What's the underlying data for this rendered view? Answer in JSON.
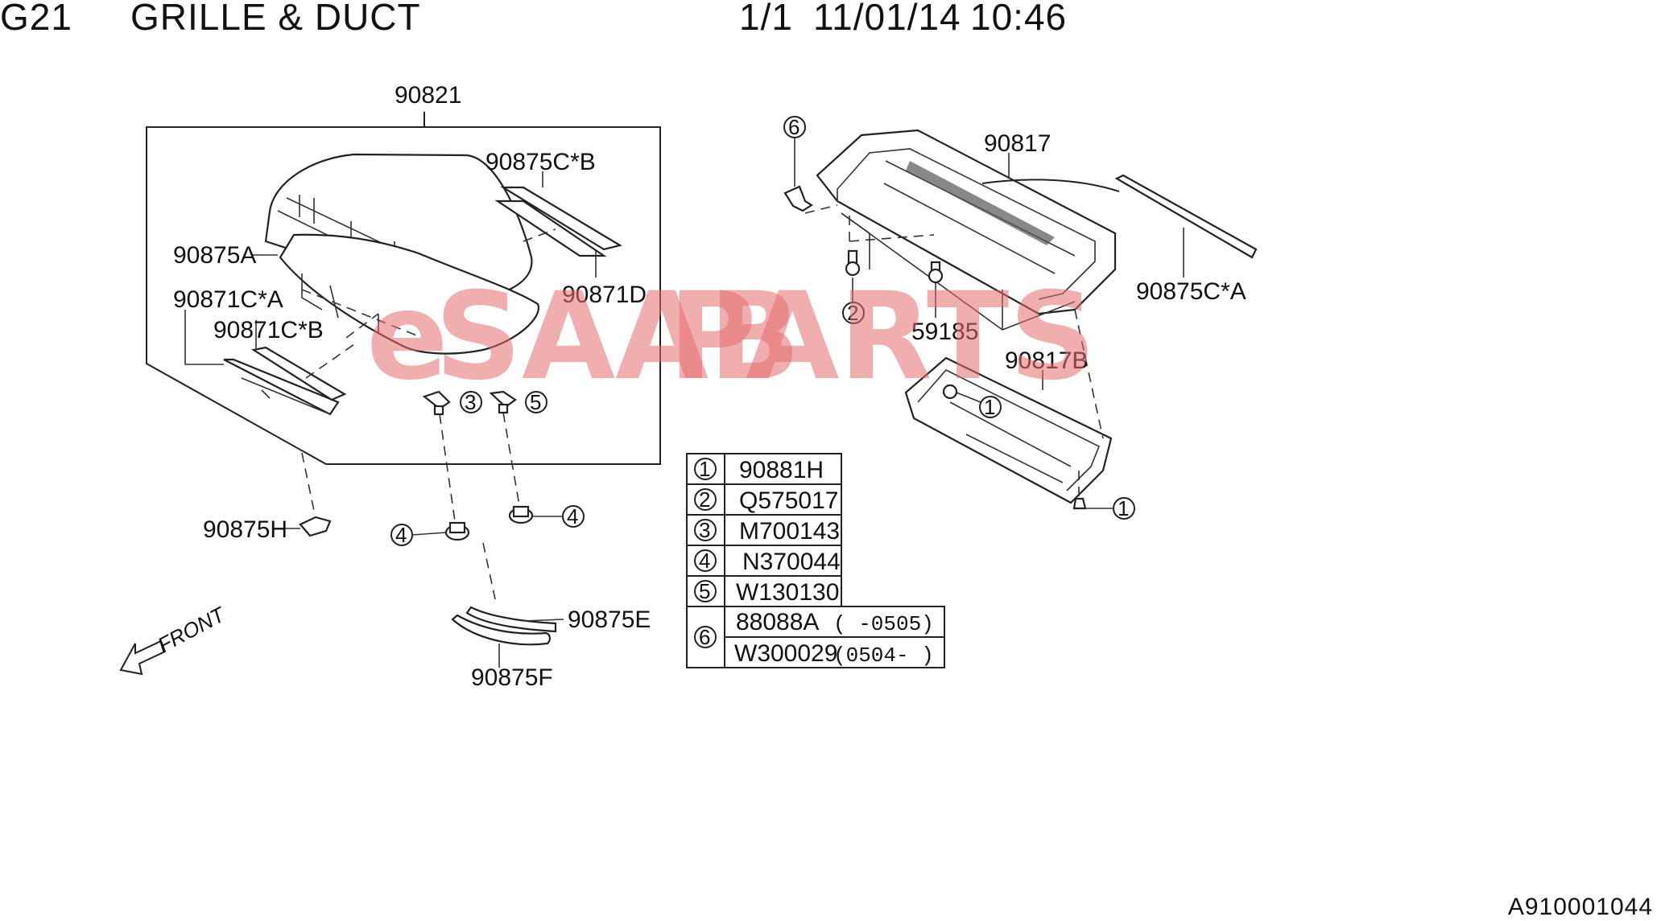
{
  "header": {
    "code": "G21",
    "title": "GRILLE & DUCT",
    "page": "1/1",
    "date": "11/01/14",
    "time": "10:46"
  },
  "watermark": {
    "prefix": "e",
    "middle": "SAAB",
    "suffix": "PARTS"
  },
  "part_labels": {
    "p90821": "90821",
    "p90875CB": "90875C*B",
    "p90875A": "90875A",
    "p90871D": "90871D",
    "p90871CA": "90871C*A",
    "p90871CB": "90871C*B",
    "p90875H": "90875H",
    "p90875E": "90875E",
    "p90875F": "90875F",
    "p90817": "90817",
    "p90875CA": "90875C*A",
    "p59185": "59185",
    "p90817B": "90817B"
  },
  "callouts": {
    "c1": "1",
    "c2": "2",
    "c3": "3",
    "c4": "4",
    "c5": "5",
    "c6": "6"
  },
  "front_label": "FRONT",
  "table": {
    "rows": [
      {
        "num": "1",
        "part": "90881H"
      },
      {
        "num": "2",
        "part": "Q575017"
      },
      {
        "num": "3",
        "part": "M700143"
      },
      {
        "num": "4",
        "part": "N370044"
      },
      {
        "num": "5",
        "part": "W130130"
      }
    ],
    "row6": {
      "num": "6",
      "entries": [
        {
          "part": "88088A",
          "range": "( -0505)"
        },
        {
          "part": "W300029",
          "range": "(0504- )"
        }
      ]
    }
  },
  "reference_code": "A910001044"
}
